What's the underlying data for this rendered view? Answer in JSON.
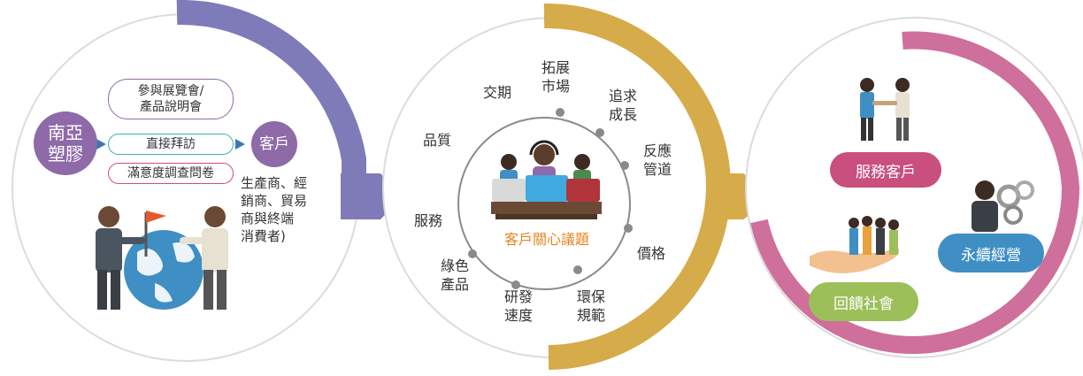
{
  "section1": {
    "company": "南亞\n塑膠",
    "channels": [
      {
        "label": "參與展覽會/\n產品說明會",
        "color": "#8e6aa8"
      },
      {
        "label": "直接拜訪",
        "color": "#3ab5a8"
      },
      {
        "label": "滿意度調查問卷",
        "color": "#d14d7c"
      }
    ],
    "customer": "客戶",
    "customer_note": "生產商、經\n銷商、貿易\n商與終端\n消費者)"
  },
  "section2": {
    "center_label": "客戶關心議題",
    "topics": [
      "拓展\n市場",
      "追求\n成長",
      "反應\n管道",
      "價格",
      "環保\n規範",
      "研發\n速度",
      "綠色\n產品",
      "服務",
      "品質",
      "交期"
    ]
  },
  "section3": {
    "values": [
      {
        "label": "服務客戶",
        "color": "#c94f7e"
      },
      {
        "label": "永續經營",
        "color": "#3f8fc4"
      },
      {
        "label": "回饋社會",
        "color": "#9cbf5a"
      }
    ]
  },
  "colors": {
    "ring1": "#7f7bb8",
    "ring2": "#d6ab4a",
    "ring3": "#cf6f9b",
    "company_circle": "#8e6aa8",
    "customer_circle": "#8e6aa8",
    "center_label": "#e5851e"
  }
}
